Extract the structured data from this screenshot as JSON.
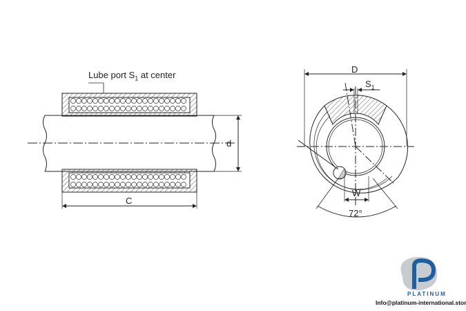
{
  "side_view": {
    "lube_label": "Lube port S",
    "lube_sub": "1",
    "lube_suffix": " at center",
    "dim_d": "d",
    "dim_c": "C"
  },
  "end_view": {
    "dim_D": "D",
    "dim_s1": "S",
    "dim_s1_sub": "1",
    "dim_w": "W",
    "angle": "72°"
  },
  "logo": {
    "brand": "PLATINUM",
    "email": "Info@platinum-international.store",
    "colors": {
      "blue": "#1e5fa0",
      "grey": "#c8ccd0"
    }
  }
}
